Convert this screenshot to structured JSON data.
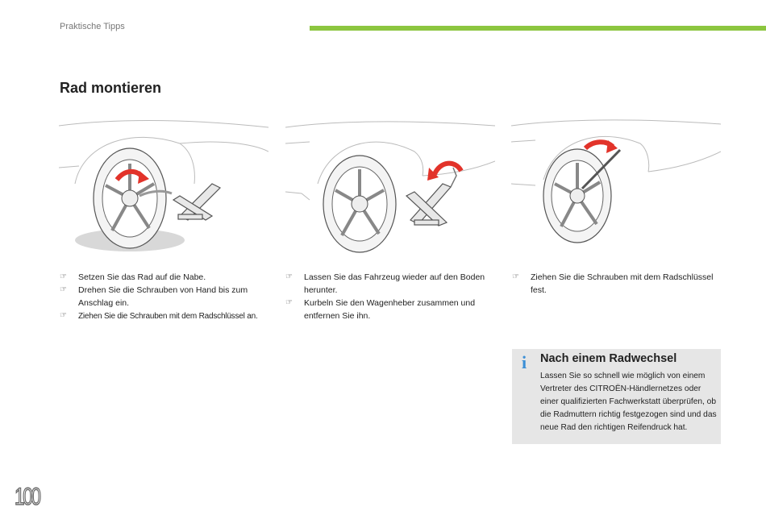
{
  "header": {
    "section_label": "Praktische Tipps",
    "accent_color": "#8cc63f"
  },
  "title": "Rad montieren",
  "columns": [
    {
      "illustration": "wheel-fit-illustration",
      "steps": [
        "Setzen Sie das Rad auf die Nabe.",
        "Drehen Sie die Schrauben von Hand bis zum Anschlag ein.",
        "Ziehen Sie die Schrauben mit dem Radschlüssel an."
      ]
    },
    {
      "illustration": "jack-lower-illustration",
      "steps": [
        "Lassen Sie das Fahrzeug wieder auf den Boden herunter.",
        "Kurbeln Sie den Wagenheber zusammen und entfernen Sie ihn."
      ]
    },
    {
      "illustration": "wrench-tighten-illustration",
      "steps": [
        "Ziehen Sie die Schrauben mit dem Radschlüssel fest."
      ]
    }
  ],
  "bullet_icon": "pointing-hand-icon",
  "info_box": {
    "icon": "info-icon",
    "icon_glyph": "i",
    "title": "Nach einem Radwechsel",
    "body": "Lassen Sie so schnell wie möglich von einem Vertreter des CITROËN-Händlernetzes oder einer qualifizierten Fachwerkstatt überprüfen, ob die Radmuttern richtig festgezogen sind und das neue Rad den richtigen Reifendruck hat.",
    "background": "#e6e6e6",
    "icon_color": "#3b8fd6"
  },
  "page_number": "100",
  "arrow_color": "#e2332a"
}
